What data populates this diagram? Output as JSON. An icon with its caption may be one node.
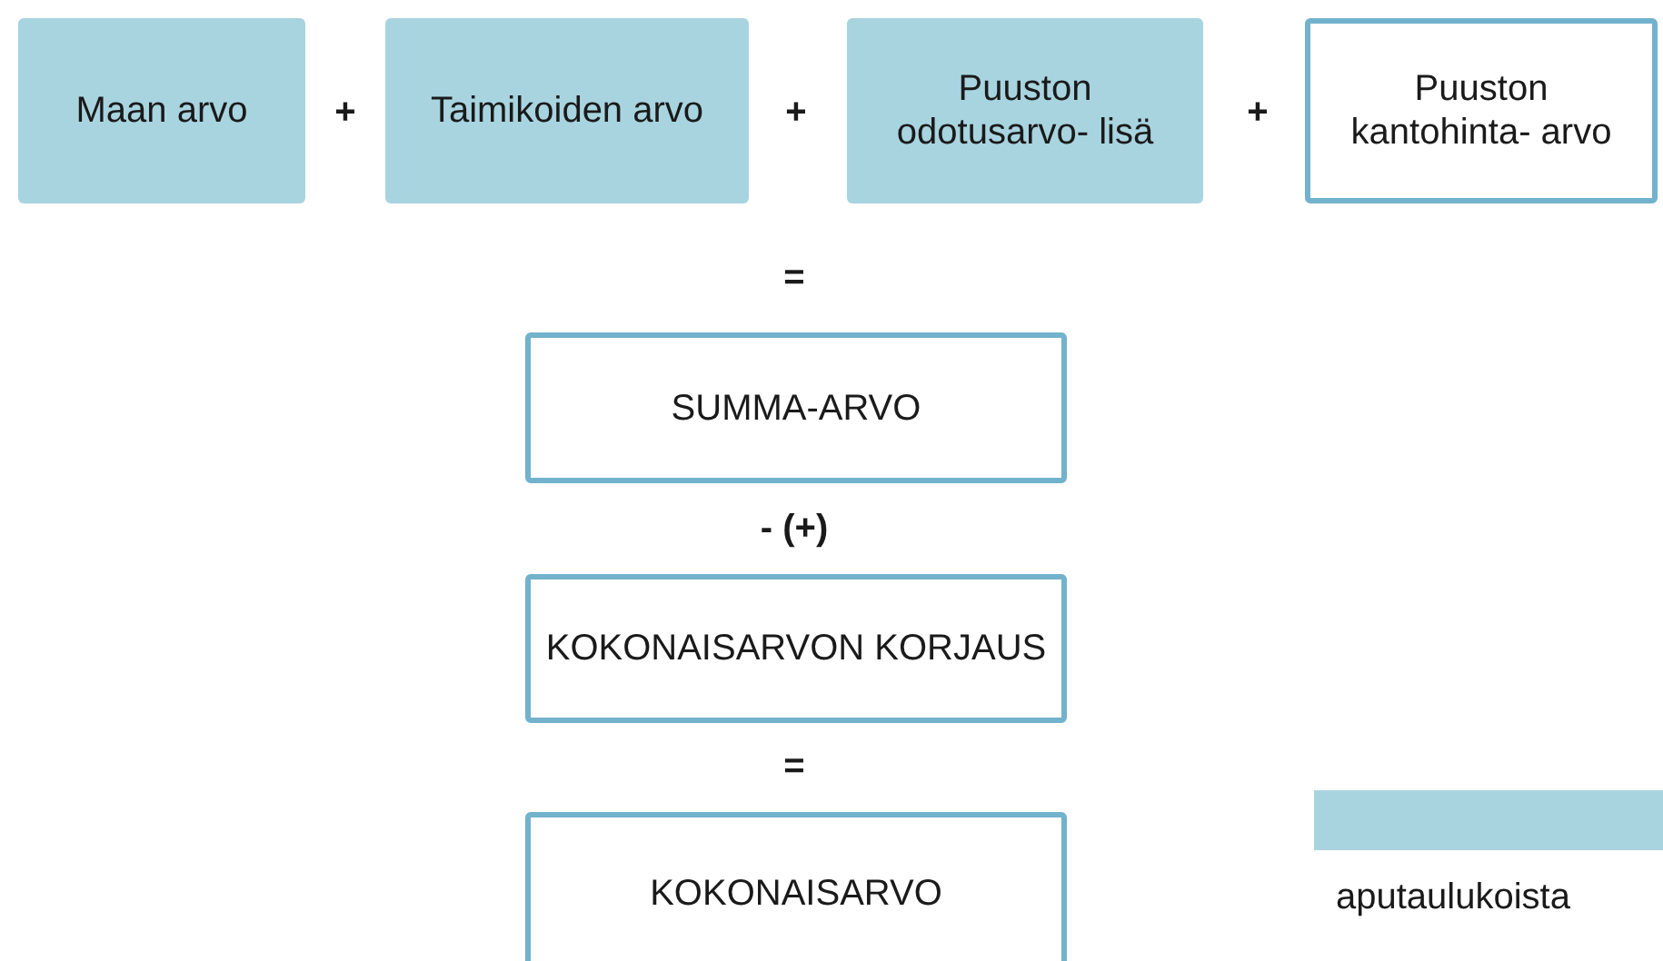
{
  "diagram": {
    "nodes": [
      {
        "text": [
          "Maan arvo"
        ]
      },
      {
        "text": [
          "Taimikoiden arvo"
        ]
      },
      {
        "text": [
          "Puuston odotusarvo- lisä"
        ]
      },
      {
        "text": [
          "Puuston kantohinta- arvo"
        ]
      },
      {
        "text": [
          "SUMMA-ARVO"
        ]
      },
      {
        "text": [
          "KOKONAISARVON KORJAUS"
        ]
      },
      {
        "text": [
          "KOKONAISARVO"
        ]
      }
    ],
    "labels": [
      "+",
      "+",
      "+",
      "=",
      "- (+)",
      "="
    ],
    "legend": [
      {
        "text": "aputaulukoista",
        "color": "#a8d4e0"
      }
    ]
  }
}
